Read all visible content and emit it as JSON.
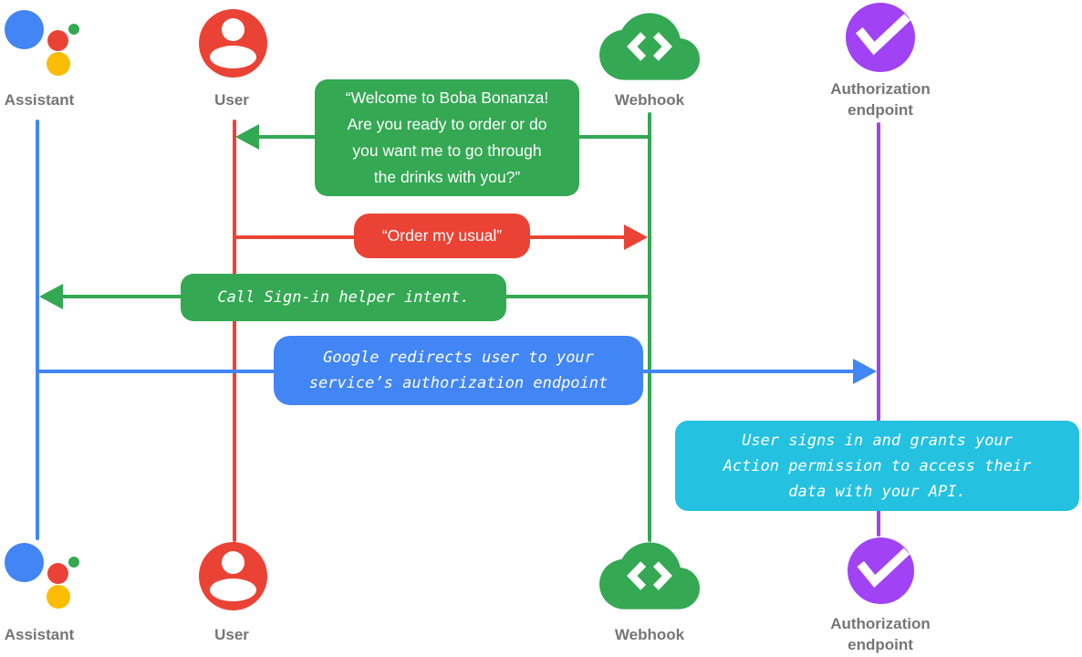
{
  "diagram": {
    "title_semantic": "Account linking sequence diagram",
    "colors": {
      "assistant_blue": "#4285F4",
      "user_red": "#EA4335",
      "webhook_green": "#34A853",
      "auth_purple": "#A142F4",
      "note_cyan": "#24C1E0",
      "logo_yellow": "#FBBC04",
      "label_gray": "#757575"
    },
    "actors": {
      "assistant": {
        "label": "Assistant"
      },
      "user": {
        "label": "User"
      },
      "webhook": {
        "label": "Webhook"
      },
      "auth": {
        "line1": "Authorization",
        "line2": "endpoint"
      }
    },
    "messages": {
      "welcome": {
        "from": "Webhook",
        "to": "User",
        "style": "quoted-speech",
        "lines": [
          "“Welcome to Boba Bonanza!",
          "Are you ready to order or do",
          "you want me to go through",
          "the drinks with you?”"
        ]
      },
      "order": {
        "from": "User",
        "to": "Webhook",
        "style": "quoted-speech",
        "lines": [
          "“Order my usual”"
        ]
      },
      "signin": {
        "from": "Webhook",
        "to": "Assistant",
        "style": "system-mono",
        "lines": [
          "Call Sign-in helper intent."
        ]
      },
      "redirect": {
        "from": "Assistant",
        "to": "Authorization endpoint",
        "style": "system-mono",
        "lines": [
          "Google redirects user to your",
          "service’s authorization endpoint"
        ]
      },
      "grant_note": {
        "at": "Authorization endpoint",
        "style": "system-mono-note",
        "lines": [
          "User signs in and grants your",
          "Action permission to access their",
          "data with your API."
        ]
      }
    }
  }
}
